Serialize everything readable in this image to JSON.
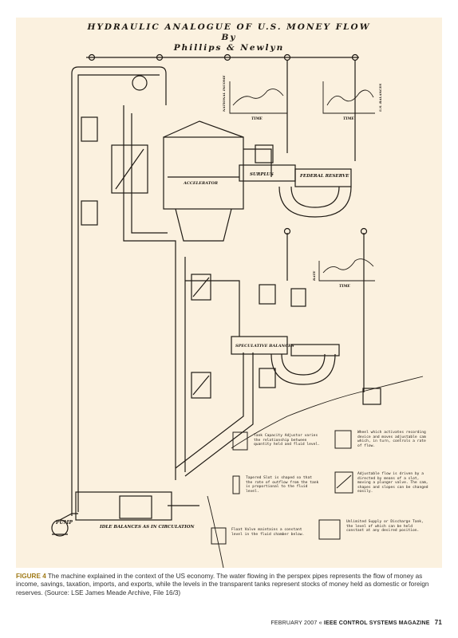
{
  "figure": {
    "title_line1": "HYDRAULIC ANALOGUE OF U.S. MONEY FLOW",
    "title_line2": "By",
    "title_line3": "Phillips & Newlyn",
    "labels": {
      "pump": "PUMP",
      "circulation": "IDLE BALANCES AS IN CIRCULATION",
      "surplus": "SURPLUS",
      "federal_reserve": "FEDERAL RESERVE",
      "accelerator": "ACCELERATOR",
      "speculative_balances": "SPECULATIVE BALANCES",
      "graph_time": "TIME",
      "graph_income": "NATIONAL INCOME",
      "graph_balances": "U.S. BALANCES",
      "graph_rate": "RATE"
    },
    "legend": [
      {
        "key": "tank",
        "text": "Tank Capacity Adjustor varies the relationship between quantity held and fluid level."
      },
      {
        "key": "slot",
        "text": "Tapered Slot is shaped so that the rate of outflow from the tank is proportional to the fluid level."
      },
      {
        "key": "float",
        "text": "Float Valve maintains a constant level in the fluid chamber below."
      },
      {
        "key": "wheel",
        "text": "Wheel which activates recording device and moves adjustable cam which, in turn, controls a rate of flow."
      },
      {
        "key": "plunger",
        "text": "Adjustable flow is driven by a directed by means of a slot, moving a plunger valve. The cam, shapes and slopes can be changed easily."
      },
      {
        "key": "unlimited",
        "text": "Unlimited Supply or Discharge Tank, the level of which can be held constant at any desired position."
      }
    ]
  },
  "caption": {
    "label": "FIGURE 4",
    "text": "The machine explained in the context of the US economy. The water flowing in the perspex pipes represents the flow of money as income, savings, taxation, imports, and exports, while the levels in the transparent tanks represent stocks of money held as domestic or foreign reserves. (Source: LSE James Meade Archive, File 16/3)"
  },
  "footer": {
    "date": "FEBRUARY 2007",
    "chevrons": "«",
    "magazine": "IEEE CONTROL SYSTEMS MAGAZINE",
    "page": "71"
  }
}
